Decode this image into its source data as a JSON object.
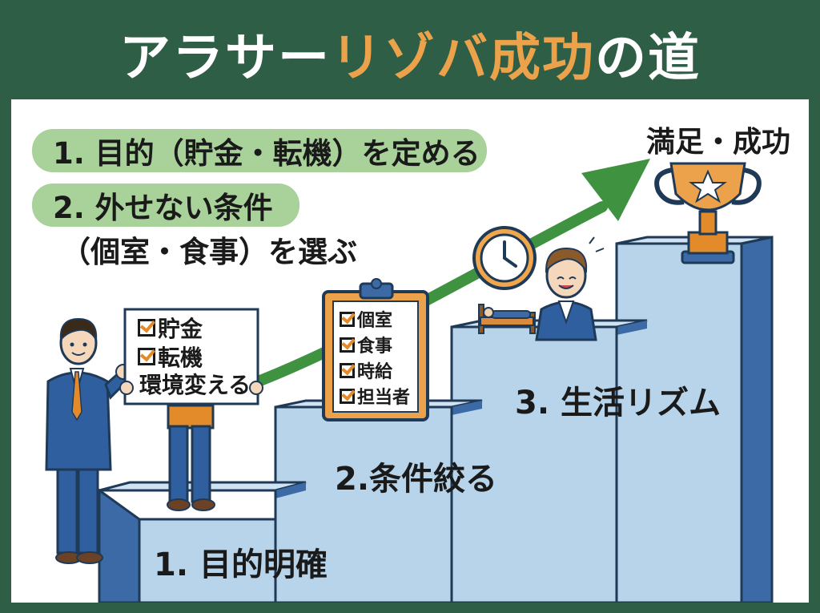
{
  "title": {
    "part1": "アラサー",
    "part2": "リゾバ成功",
    "part3": "の道"
  },
  "colors": {
    "background": "#2e5e45",
    "accent_orange": "#eba24a",
    "pill_green": "#a9d29a",
    "stair_blue": "#b7d4ea",
    "arrow_green": "#3e9240"
  },
  "steps": {
    "step1": "1. 目的（貯金・転機）を定める",
    "step2": "2. 外せない条件",
    "step2_detail": "（個室・食事）を選ぶ"
  },
  "stairs": {
    "stair1": "1. 目的明確",
    "stair2": "2.条件絞る",
    "stair3": "3. 生活リズム"
  },
  "goal": "満足・成功",
  "sign": {
    "item1": "貯金",
    "item2": "転機",
    "item3": "環境変える"
  },
  "clipboard": {
    "item1": "個室",
    "item2": "食事",
    "item3": "時給",
    "item4": "担当者"
  },
  "icons": [
    "trophy-icon",
    "clock-icon",
    "bed-icon",
    "clipboard-icon",
    "check-icon",
    "growth-arrow-icon"
  ]
}
